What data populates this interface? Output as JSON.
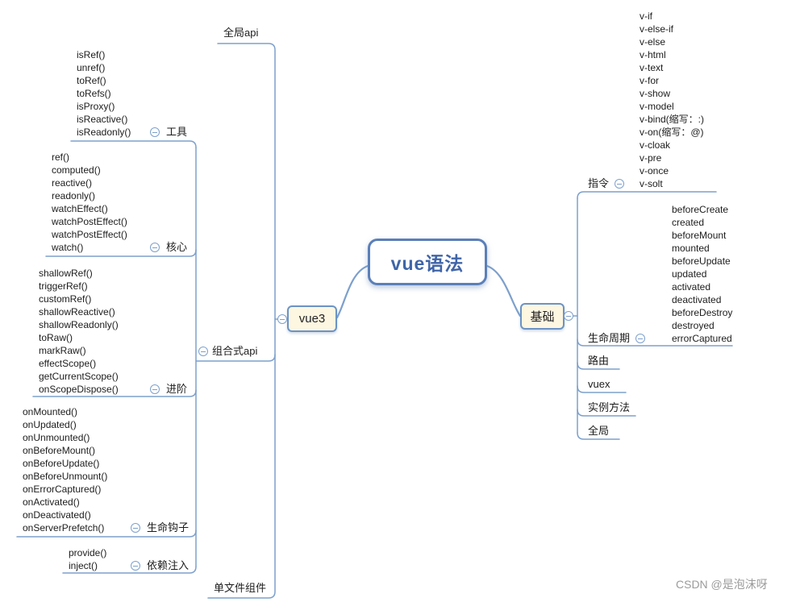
{
  "root": {
    "label": "vue语法"
  },
  "left": {
    "node": "vue3",
    "global_api": "全局api",
    "composition_api": "组合式api",
    "sfc": "单文件组件",
    "groups": [
      {
        "label": "工具",
        "items": [
          "isRef()",
          "unref()",
          "toRef()",
          "toRefs()",
          "isProxy()",
          "isReactive()",
          "isReadonly()"
        ]
      },
      {
        "label": "核心",
        "items": [
          "ref()",
          "computed()",
          "reactive()",
          "readonly()",
          "watchEffect()",
          "watchPostEffect()",
          "watchPostEffect()",
          "watch()"
        ]
      },
      {
        "label": "进阶",
        "items": [
          "shallowRef()",
          "triggerRef()",
          "customRef()",
          "shallowReactive()",
          "shallowReadonly()",
          "toRaw()",
          "markRaw()",
          "effectScope()",
          "getCurrentScope()",
          "onScopeDispose()"
        ]
      },
      {
        "label": "生命钩子",
        "items": [
          "onMounted()",
          "onUpdated()",
          "onUnmounted()",
          "onBeforeMount()",
          "onBeforeUpdate()",
          "onBeforeUnmount()",
          "onErrorCaptured()",
          "onActivated()",
          "onDeactivated()",
          "onServerPrefetch()"
        ]
      },
      {
        "label": "依赖注入",
        "items": [
          "provide()",
          "inject()"
        ]
      }
    ]
  },
  "right": {
    "node": "基础",
    "groups": [
      {
        "label": "指令",
        "items": [
          "v-if",
          "v-else-if",
          "v-else",
          "v-html",
          "v-text",
          "v-for",
          "v-show",
          "v-model",
          "v-bind(缩写：:)",
          "v-on(缩写：@)",
          "v-cloak",
          "v-pre",
          "v-once",
          "v-solt"
        ]
      },
      {
        "label": "生命周期",
        "items": [
          "beforeCreate",
          "created",
          "beforeMount",
          "mounted",
          "beforeUpdate",
          "updated",
          "activated",
          "deactivated",
          "beforeDestroy",
          "destroyed",
          "errorCaptured"
        ]
      },
      {
        "label": "路由",
        "items": []
      },
      {
        "label": "vuex",
        "items": []
      },
      {
        "label": "实例方法",
        "items": []
      },
      {
        "label": "全局",
        "items": []
      }
    ]
  },
  "watermark": "CSDN @是泡沫呀",
  "colors": {
    "line": "#7da0cc",
    "root_text": "#3f65a8",
    "node_fill": "#fdf6e1",
    "node_border": "#6b93c5"
  }
}
